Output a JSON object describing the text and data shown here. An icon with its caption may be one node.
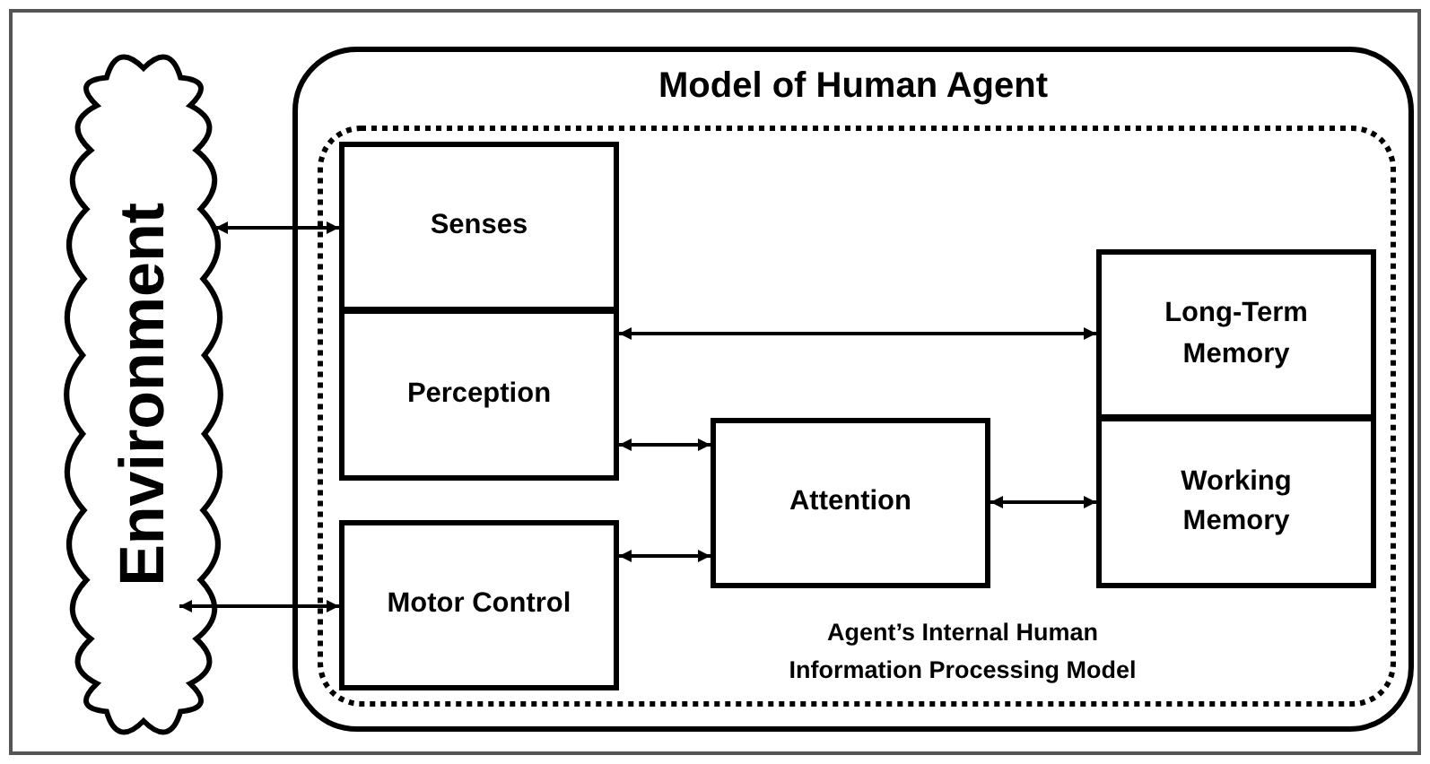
{
  "diagram": {
    "nodes": [
      {
        "text": [
          "Environment"
        ]
      },
      {
        "text": [
          "Model of Human Agent"
        ]
      },
      {
        "text": [
          "Agent’s Internal Human Information Processing Model"
        ],
        "in": 1
      },
      {
        "text": [
          "Senses"
        ],
        "in": 2
      },
      {
        "text": [
          "Perception"
        ],
        "in": 2
      },
      {
        "text": [
          "Motor Control"
        ],
        "in": 2
      },
      {
        "text": [
          "Attention"
        ],
        "in": 2
      },
      {
        "text": [
          "Long-Term Memory"
        ],
        "in": 2
      },
      {
        "text": [
          "Working Memory"
        ],
        "in": 2
      }
    ],
    "edges": [
      {
        "from": 0,
        "to": 3,
        "arrow": "both"
      },
      {
        "from": 0,
        "to": 5,
        "arrow": "both"
      },
      {
        "from": 4,
        "to": 7,
        "arrow": "both"
      },
      {
        "from": 4,
        "to": 6,
        "arrow": "both"
      },
      {
        "from": 5,
        "to": 6,
        "arrow": "both"
      },
      {
        "from": 6,
        "to": 8,
        "arrow": "both"
      }
    ]
  }
}
